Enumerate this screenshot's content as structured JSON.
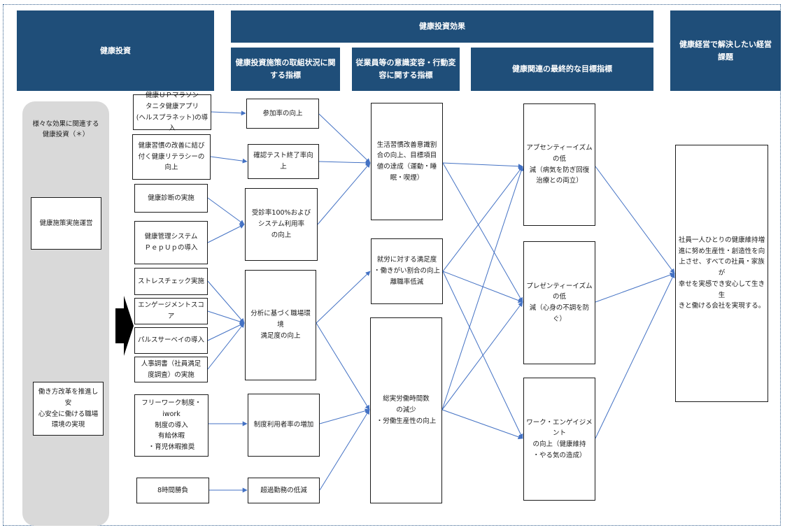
{
  "headers": {
    "kenko_toshi": "健康投資",
    "kenko_toshi_koka": "健康投資効果",
    "torikumi": "健康投資施策の取組状況に関\nする指標",
    "ishiki": "従業員等の意識変容・行動変\n容に関する指標",
    "saishu": "健康関連の最終的な目標指標",
    "kadai": "健康経営で解決したい経営\n課題"
  },
  "left_panel": {
    "note": "様々な効果に関連する\n健康投資（＊）",
    "box1": "健康施策実施運営",
    "box2": "働き方改革を推進し安\n心安全に働ける職場\n環境の実現"
  },
  "investments": [
    "健康ＵＰマラソン\nタニタ健康アプリ\n(ヘルスプラネット)の導入",
    "健康習慣の改善に結び\n付く健康リテラシーの向上",
    "健康診断の実施",
    "健康管理システム\nＰｅｐＵｐの導入",
    "ストレスチェック実施",
    "エンゲージメントスコア",
    "パルスサーベイの導入",
    "人事調書（社員満足\n度調査）の実施",
    "フリーワーク制度・iwork\n制度の導入\n有給休暇\n・育児休暇推奨",
    "8時間勝負"
  ],
  "indicators": [
    "参加率の向上",
    "確認テスト終了率向上",
    "受診率100%および\nシステム利用率\nの向上",
    "分析に基づく職場環境\n満足度の向上",
    "制度利用者率の増加",
    "超過勤務の低減"
  ],
  "behaviors": [
    "生活習慣改善意識割\n合の向上、目標項目\n値の達成（運動・睡\n眠・喫煙）",
    "就労に対する満足度\n・働きがい割合の向上\n離職率低減",
    "総実労働時間数\nの減少\n・労働生産性の向上"
  ],
  "goals": [
    "アブセンティーイズムの低\n減（病気を防ぎ回復\n治療との両立）",
    "プレゼンティーイズムの低\n減（心身の不調を防\nぐ）",
    "ワーク・エンゲイジメント\nの向上（健康維持\n・やる気の造成）"
  ],
  "issue": "社員一人ひとりの健康維持増\n進に努め生産性・創造性を向\n上させ、すべての社員・家族が\n幸せを実感でき安心して生き生\nきと働ける会社を実現する。",
  "colors": {
    "header": "#1f4e79",
    "arrow": "#4472c4",
    "panel": "#d9d9d9"
  }
}
